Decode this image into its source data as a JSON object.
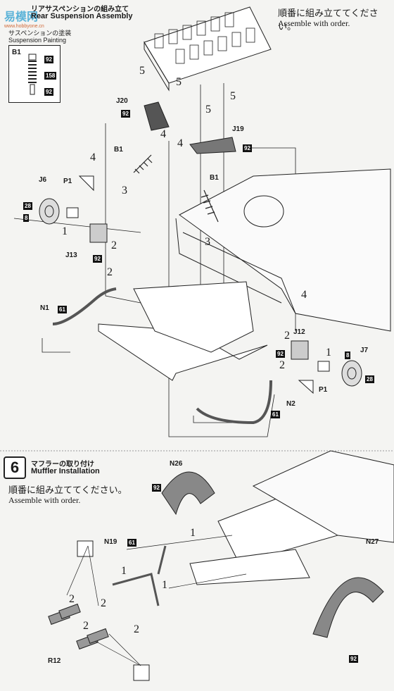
{
  "header": {
    "rear_suspension_jp": "リアサスペンションの組み立て",
    "rear_suspension_en": "Rear Suspension Assembly",
    "order_jp": "順番に組み立ててください。",
    "order_en": "Assemble with order."
  },
  "watermark": {
    "logo": "易模网",
    "url": "www.hobbyone.cn"
  },
  "paint_panel": {
    "title_jp": "サスペンションの塗装",
    "title_en": "Suspension Painting",
    "part": "B1",
    "colors": [
      "92",
      "158",
      "92"
    ]
  },
  "top_labels": {
    "J20": "J20",
    "J19": "J19",
    "B1a": "B1",
    "B1b": "B1",
    "J6": "J6",
    "P1a": "P1",
    "J13": "J13",
    "N1": "N1",
    "J12": "J12",
    "J7": "J7",
    "P1b": "P1",
    "N2": "N2",
    "c92": "92",
    "c28": "28",
    "c8": "8",
    "c61": "61"
  },
  "steps": [
    "1",
    "2",
    "3",
    "4",
    "5"
  ],
  "section6": {
    "number": "6",
    "title_jp": "マフラーの取り付け",
    "title_en": "Muffler Installation",
    "order_jp": "順番に組み立ててください。",
    "order_en": "Assemble with order.",
    "labels": {
      "N26": "N26",
      "N19": "N19",
      "N27": "N27",
      "R12": "R12",
      "c92": "92",
      "c61": "61"
    }
  }
}
